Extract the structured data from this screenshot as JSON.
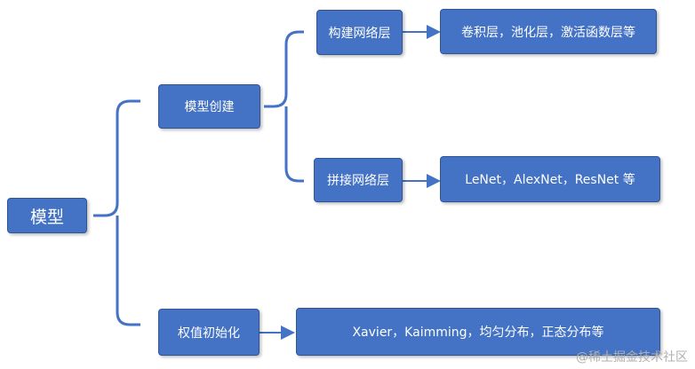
{
  "root": {
    "label": "模型"
  },
  "branches": [
    {
      "label": "模型创建",
      "children": [
        {
          "label": "构建网络层",
          "detail": "卷积层，池化层，激活函数层等"
        },
        {
          "label": "拼接网络层",
          "detail": "LeNet，AlexNet，ResNet 等"
        }
      ]
    },
    {
      "label": "权值初始化",
      "detail": "Xavier，Kaimming，均匀分布，正态分布等"
    }
  ],
  "watermark": "@稀土掘金技术社区",
  "colors": {
    "node_fill": "#4472C4",
    "node_border": "#2F5597",
    "connector": "#4472C4"
  }
}
